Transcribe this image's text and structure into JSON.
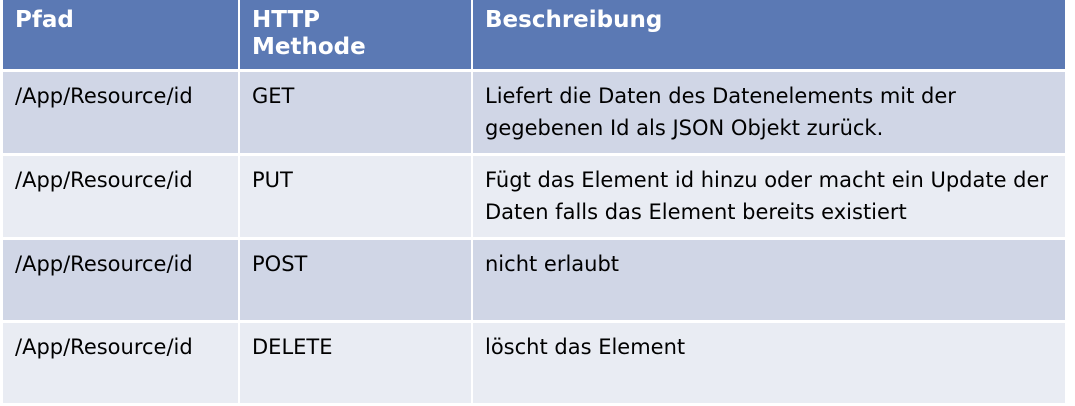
{
  "table": {
    "headers": {
      "path": "Pfad",
      "method_line1": "HTTP",
      "method_line2": "Methode",
      "description": "Beschreibung"
    },
    "rows": [
      {
        "path": "/App/Resource/id",
        "method": "GET",
        "description": "Liefert die Daten des Datenelements mit der gegebenen Id als JSON Objekt zurück."
      },
      {
        "path": "/App/Resource/id",
        "method": "PUT",
        "description": "Fügt das Element id hinzu oder macht ein Update der Daten falls das Element bereits existiert"
      },
      {
        "path": "/App/Resource/id",
        "method": "POST",
        "description": "nicht erlaubt"
      },
      {
        "path": "/App/Resource/id",
        "method": "DELETE",
        "description": "löscht das Element"
      }
    ]
  },
  "colors": {
    "header_background": "#5b79b4",
    "row_odd_background": "#d0d6e6",
    "row_even_background": "#e9ecf3"
  }
}
